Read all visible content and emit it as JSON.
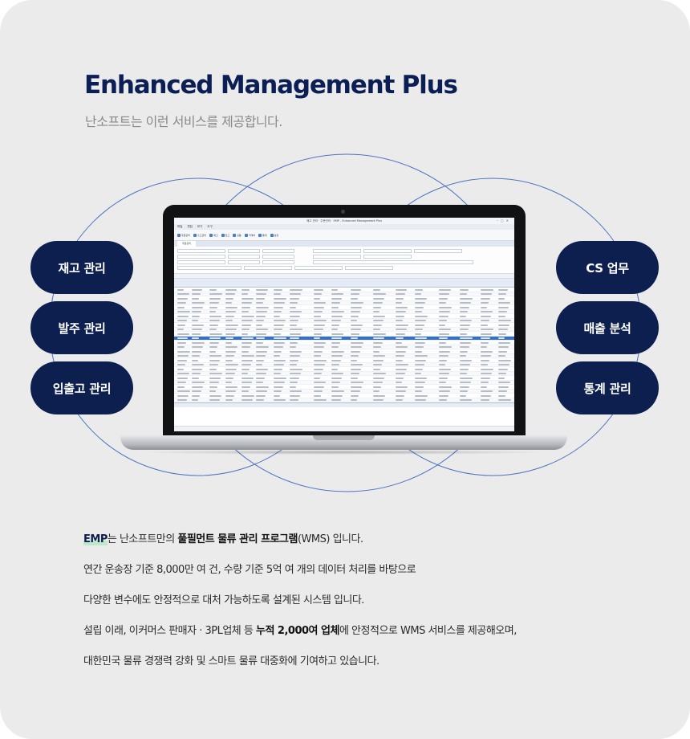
{
  "header": {
    "title": "Enhanced Management Plus",
    "subtitle": "난소프트는 이런 서비스를 제공합니다."
  },
  "services_left": [
    "재고 관리",
    "발주 관리",
    "입출고 관리"
  ],
  "services_right": [
    "CS 업무",
    "매출 분석",
    "통계 관리"
  ],
  "colors": {
    "navy": "#0c1f4f",
    "title_navy": "#0b1f55",
    "background": "#ebebeb",
    "circle_stroke": "#4f73c2",
    "highlight_green": "#bfe7c9",
    "selected_row": "#2f6fd6"
  },
  "screen": {
    "window_title": "재고 관리 · 주문관리 · EMP - Enhanced Management Plus",
    "menus": [
      "파일",
      "편집",
      "보기",
      "도구"
    ],
    "toolbar_items": [
      "주문관리",
      "출고관리",
      "재고",
      "입고",
      "상품",
      "거래처",
      "통계",
      "설정"
    ],
    "tab": "주문관리"
  },
  "description": {
    "line1": {
      "emp": "EMP",
      "part1": "는 난소프트만의 ",
      "bold": "풀필먼트 물류 관리 프로그램",
      "part2": "(WMS) 입니다."
    },
    "line2": "연간 운송장 기준 8,000만 여 건, 수량 기준 5억 여 개의 데이터 처리를 바탕으로",
    "line3": "다양한 변수에도 안정적으로 대처 가능하도록 설계된 시스템 입니다.",
    "line4": {
      "part1": "설립 이래, 이커머스 판매자 · 3PL업체 등 ",
      "bold": "누적 2,000여 업체",
      "part2": "에 안정적으로 WMS 서비스를 제공해오며,"
    },
    "line5": "대한민국 물류 경쟁력 강화 및 스마트 물류 대중화에 기여하고 있습니다."
  }
}
